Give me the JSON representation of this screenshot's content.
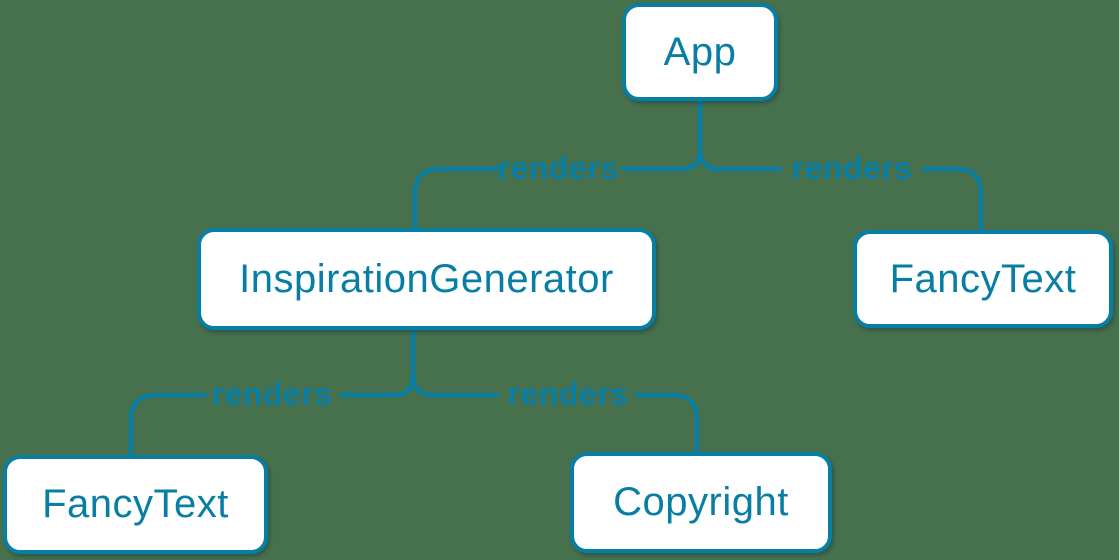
{
  "colors": {
    "background": "#47704D",
    "accent_blue": "#087EA4",
    "node_fill": "#FFFFFF"
  },
  "diagram": {
    "type": "component-tree",
    "nodes": [
      {
        "id": "app",
        "label": "App"
      },
      {
        "id": "inspiration-generator",
        "label": "InspirationGenerator"
      },
      {
        "id": "fancy-text-right",
        "label": "FancyText"
      },
      {
        "id": "fancy-text-left",
        "label": "FancyText"
      },
      {
        "id": "copyright",
        "label": "Copyright"
      }
    ],
    "edges": [
      {
        "from": "App",
        "to": "InspirationGenerator",
        "label": "renders"
      },
      {
        "from": "App",
        "to": "FancyText",
        "label": "renders"
      },
      {
        "from": "InspirationGenerator",
        "to": "FancyText",
        "label": "renders"
      },
      {
        "from": "InspirationGenerator",
        "to": "Copyright",
        "label": "renders"
      }
    ]
  }
}
